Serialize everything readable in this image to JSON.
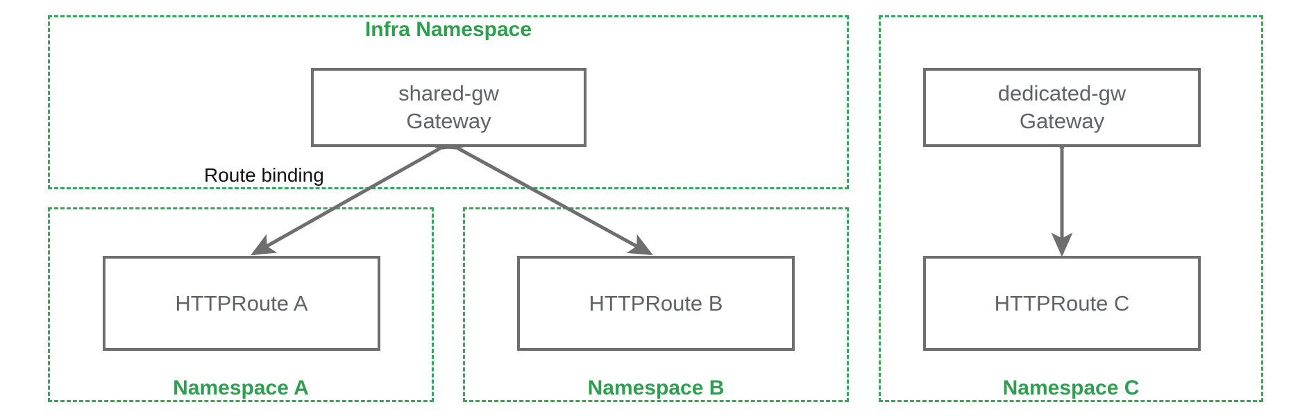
{
  "diagram": {
    "title_visible": false,
    "accent_green": "#2e9e4f",
    "node_border_gray": "#6e6e6e",
    "node_text_gray": "#5f6368",
    "arrow_gray": "#6e6e6e",
    "label_black": "#111111"
  },
  "namespaces": [
    {
      "id": "infra",
      "label": "Infra Namespace",
      "label_position": "top"
    },
    {
      "id": "ns-a",
      "label": "Namespace A",
      "label_position": "bottom"
    },
    {
      "id": "ns-b",
      "label": "Namespace B",
      "label_position": "bottom"
    },
    {
      "id": "ns-c",
      "label": "Namespace C",
      "label_position": "bottom"
    }
  ],
  "nodes": [
    {
      "id": "shared-gw",
      "name": "shared-gw",
      "kind": "Gateway",
      "namespace": "infra"
    },
    {
      "id": "dedicated-gw",
      "name": "dedicated-gw",
      "kind": "Gateway",
      "namespace": "ns-c"
    },
    {
      "id": "route-a",
      "name": "HTTPRoute A",
      "kind": "",
      "namespace": "ns-a"
    },
    {
      "id": "route-b",
      "name": "HTTPRoute B",
      "kind": "",
      "namespace": "ns-b"
    },
    {
      "id": "route-c",
      "name": "HTTPRoute C",
      "kind": "",
      "namespace": "ns-c"
    }
  ],
  "edges": [
    {
      "id": "edge-shared-a",
      "from": "shared-gw",
      "to": "route-a",
      "label": "Route binding",
      "arrowheads": "both"
    },
    {
      "id": "edge-shared-b",
      "from": "shared-gw",
      "to": "route-b",
      "label": "",
      "arrowheads": "both"
    },
    {
      "id": "edge-dedicated-c",
      "from": "dedicated-gw",
      "to": "route-c",
      "label": "",
      "arrowheads": "both"
    }
  ],
  "labels": {
    "route_binding": "Route binding"
  }
}
